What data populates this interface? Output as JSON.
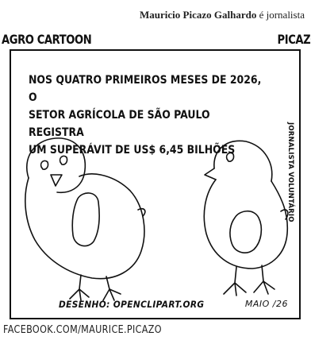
{
  "byline": {
    "author": "Mauricio Picazo Galhardo",
    "role": "é jornalista"
  },
  "header": {
    "left": "AGRO CARTOON",
    "right": "PICAZO"
  },
  "panel": {
    "headline_lines": [
      "NOS QUATRO PRIMEIROS MESES DE 2026, O",
      "SETOR AGRÍCOLA DE SÃO PAULO REGISTRA",
      "UM SUPERÁVIT DE US$ 6,45 BILHÕES"
    ],
    "side_text": "JORNALISTA VOLUNTÁRIO",
    "credit": "DESENHO: OPENCLIPART.ORG",
    "date": "MAIO /26"
  },
  "footer": {
    "social": "FACEBOOK.COM/MAURICE.PICAZO"
  }
}
